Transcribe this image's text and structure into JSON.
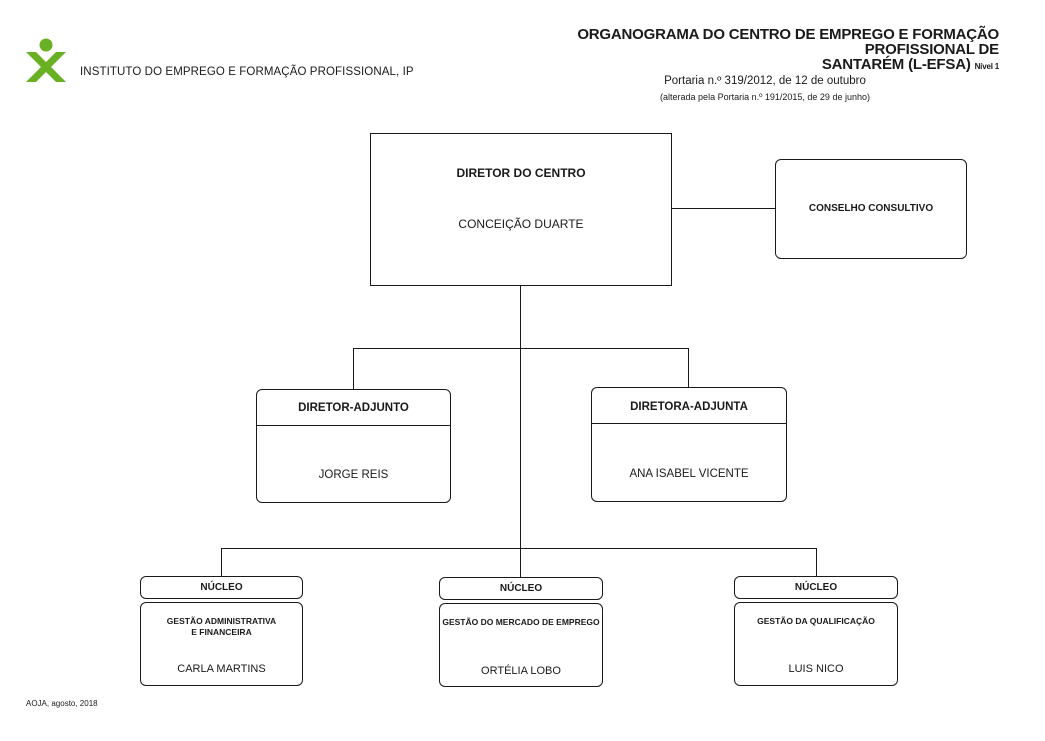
{
  "header": {
    "org_name": "INSTITUTO DO EMPREGO E FORMAÇÃO PROFISSIONAL, IP",
    "title_line1": "ORGANOGRAMA DO  CENTRO DE EMPREGO E FORMAÇÃO PROFISSIONAL DE",
    "title_line2": "SANTARÉM (L-EFSA)",
    "level": "Nível 1",
    "portaria": "Portaria n.º 319/2012, de 12 de outubro",
    "portaria_note": "(alterada pela Portaria n.º 191/2015, de 29 de junho)"
  },
  "director": {
    "role": "DIRETOR DO CENTRO",
    "name": "CONCEIÇÃO DUARTE"
  },
  "council": {
    "role": "CONSELHO CONSULTIVO"
  },
  "deputies": [
    {
      "role": "DIRETOR-ADJUNTO",
      "name": "JORGE REIS"
    },
    {
      "role": "DIRETORA-ADJUNTA",
      "name": "ANA ISABEL VICENTE"
    }
  ],
  "nucleos": [
    {
      "header": "NÚCLEO",
      "title_line1": "GESTÃO ADMINISTRATIVA",
      "title_line2": "E FINANCEIRA",
      "name": "CARLA MARTINS"
    },
    {
      "header": "NÚCLEO",
      "title_line1": "GESTÃO DO MERCADO DE EMPREGO",
      "title_line2": "",
      "name": "ORTÉLIA LOBO"
    },
    {
      "header": "NÚCLEO",
      "title_line1": "GESTÃO DA QUALIFICAÇÃO",
      "title_line2": "",
      "name": "LUIS NICO"
    }
  ],
  "footer": {
    "text": "AOJA, agosto, 2018"
  },
  "colors": {
    "logo_green": "#6ab023",
    "logo_dark": "#2b2b2b",
    "line": "#1a1a1a"
  }
}
